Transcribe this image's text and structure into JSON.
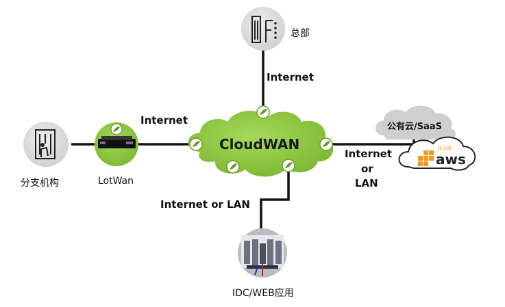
{
  "diagram": {
    "hub": {
      "label": "CloudWAN"
    },
    "nodes": {
      "hq": {
        "label": "总部",
        "icon": "office-building-icon"
      },
      "branch": {
        "label": "分支机构",
        "icon": "branch-office-icon"
      },
      "lotwan": {
        "label": "LotWan",
        "icon": "router-appliance-icon"
      },
      "idc": {
        "label": "IDC/WEB应用",
        "icon": "data-center-icon"
      },
      "cloud_saas": {
        "label": "公有云/SaaS",
        "icon": "public-cloud-icon"
      },
      "aws": {
        "logo_text": "aws",
        "logo_cn": "亚马逊",
        "icon": "aws-logo-icon"
      }
    },
    "links": {
      "hq": "Internet",
      "branch": "Internet",
      "idc": "Internet or LAN",
      "cloud_line1": "Internet",
      "cloud_line2": "or",
      "cloud_line3": "LAN"
    }
  },
  "colors": {
    "hub_green": "#8cc63f",
    "hub_green_dark": "#6a9a2a",
    "icon_grey": "#d9d9d9",
    "line": "#111111",
    "aws_orange": "#f7941d"
  }
}
